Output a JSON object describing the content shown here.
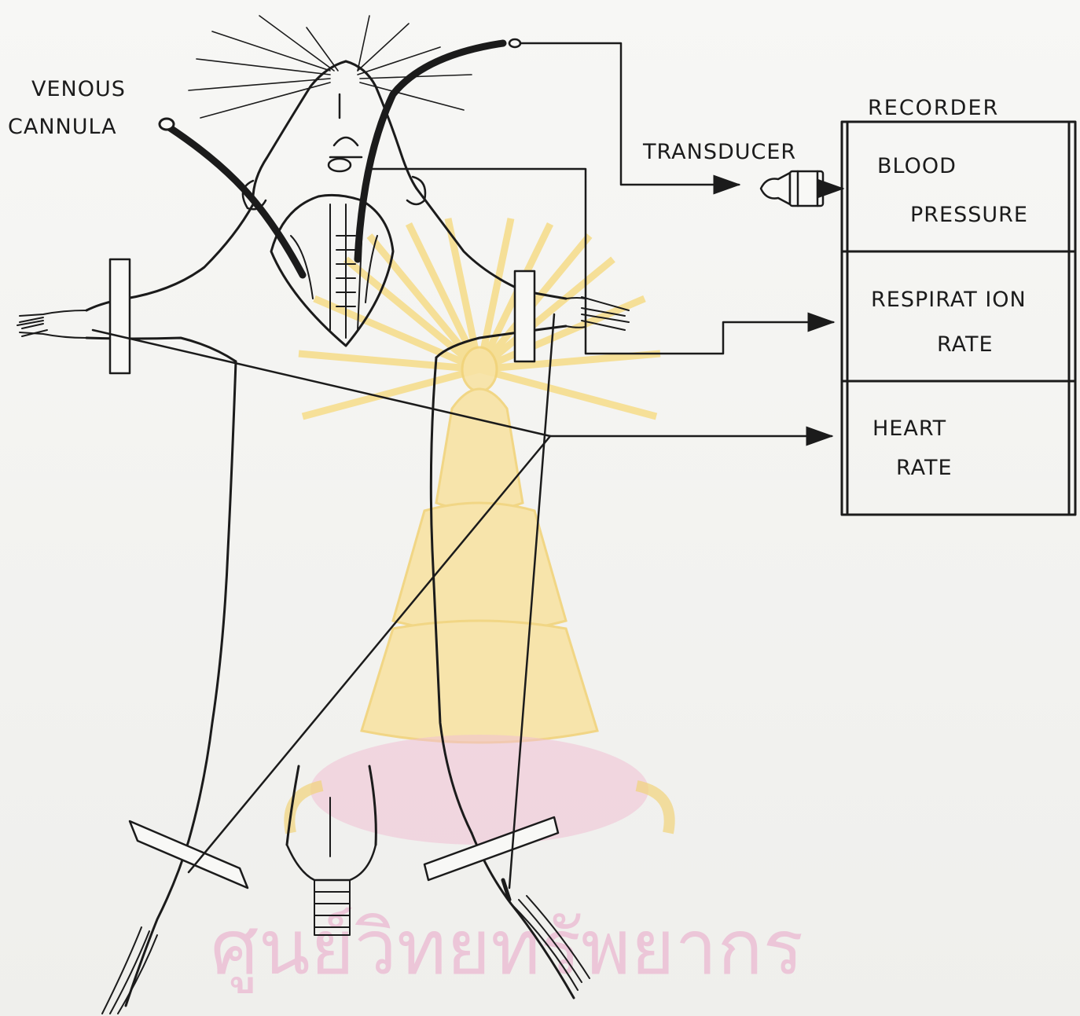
{
  "labels": {
    "venous_cannula": [
      "VENOUS",
      "CANNULA"
    ],
    "transducer": "TRANSDUCER",
    "recorder": "RECORDER"
  },
  "recorder_channels": [
    {
      "line1": "BLOOD",
      "line2": "PRESSURE"
    },
    {
      "line1": "RESPIRAT ION",
      "line2": "RATE"
    },
    {
      "line1": "HEART",
      "line2": "RATE"
    }
  ],
  "watermark": {
    "text": "ศูนย์วิทยทรัพยากร",
    "text_color": "#ecc6d8",
    "emblem_color": "#f6dc88"
  },
  "colors": {
    "ink": "#1b1b1b",
    "paper": "#f4f4f2"
  },
  "icons": [
    "transducer-icon",
    "university-emblem"
  ]
}
